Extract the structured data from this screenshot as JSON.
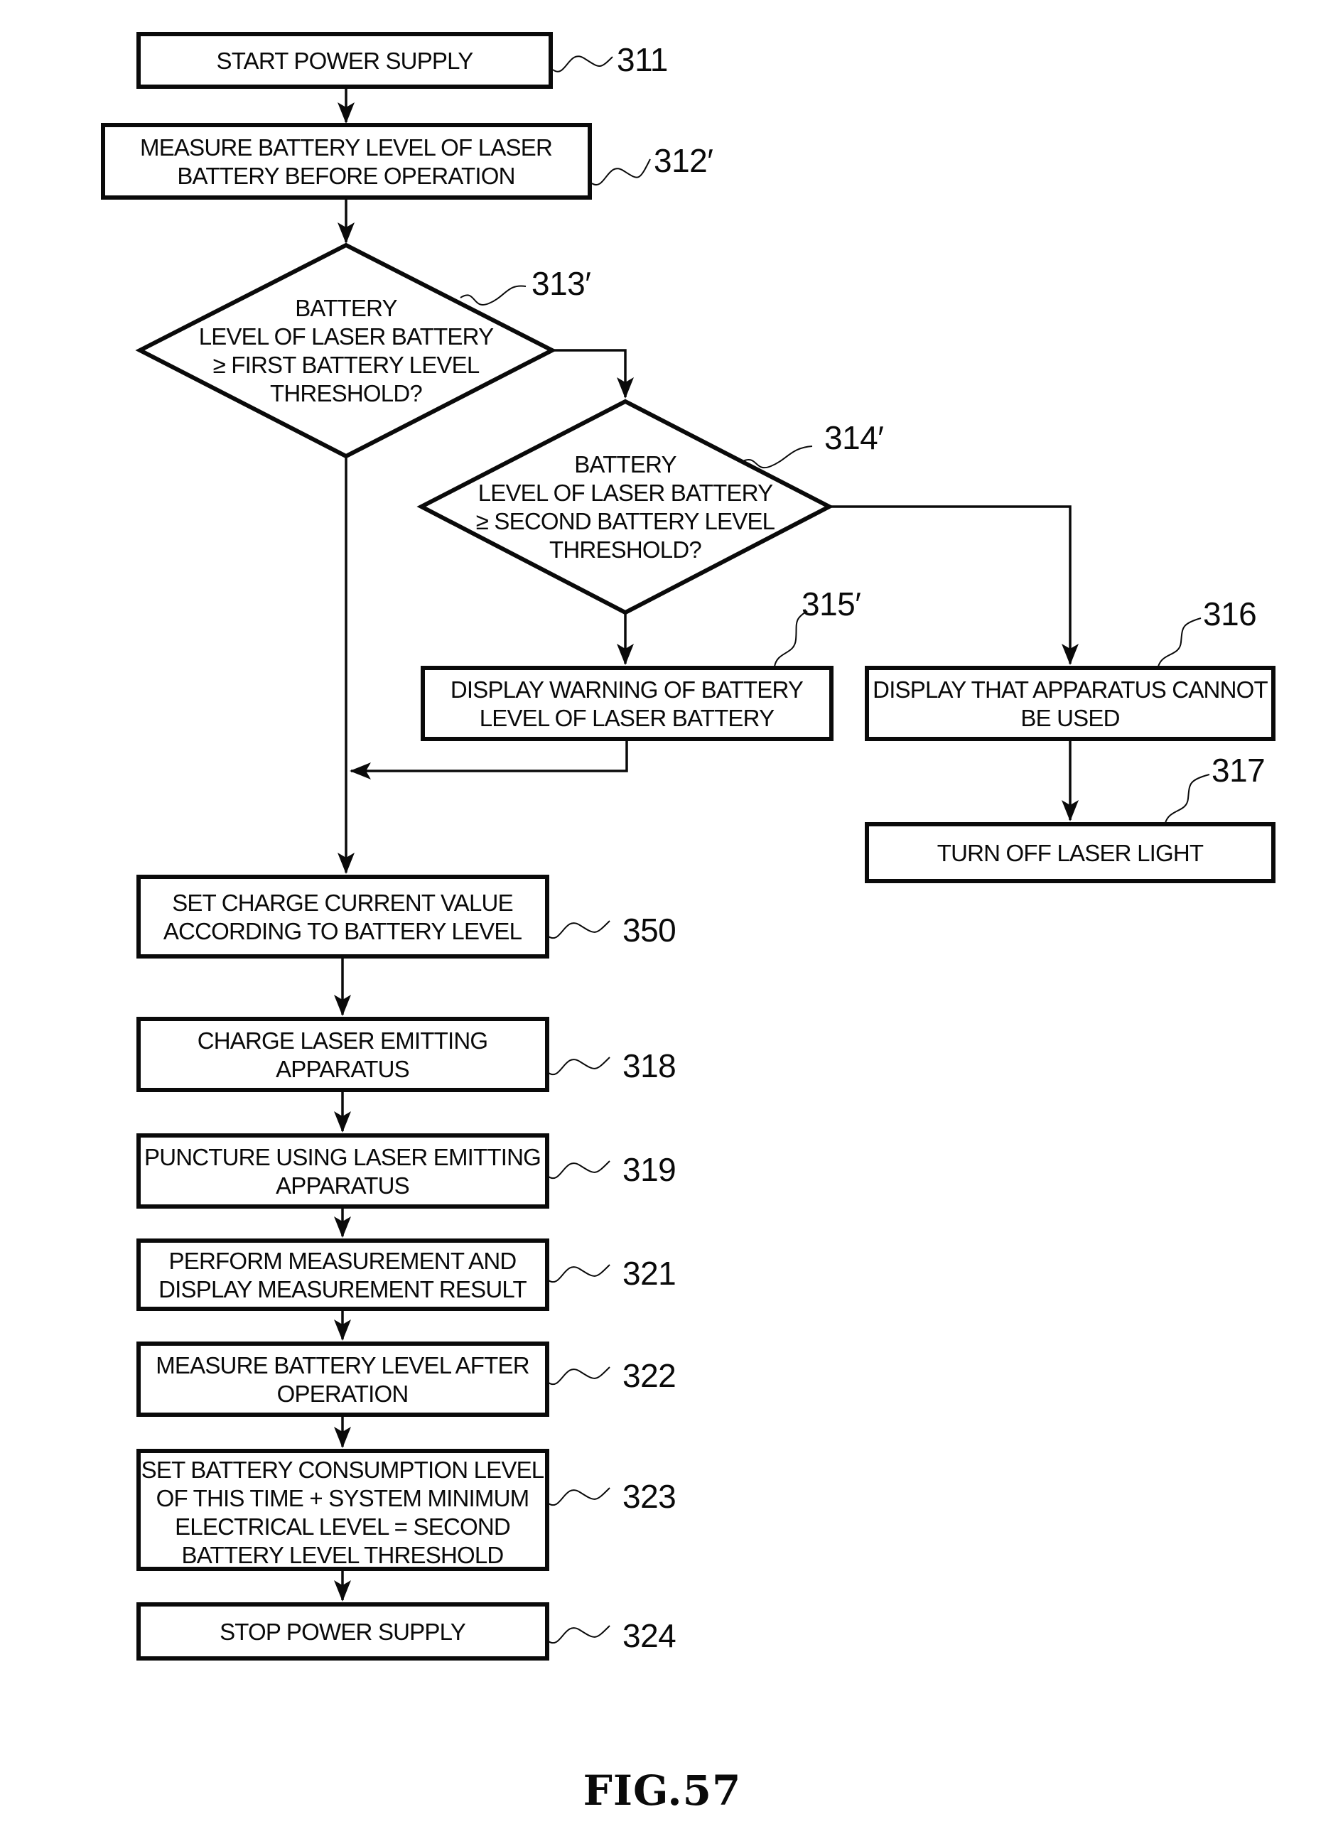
{
  "figure": {
    "caption": "FIG.57",
    "ink_color": "#0a0a0a",
    "paper_color": "#ffffff"
  },
  "nodes": {
    "n311": {
      "ref": "311",
      "lines": [
        "START POWER SUPPLY"
      ]
    },
    "n312": {
      "ref": "312′",
      "lines": [
        "MEASURE BATTERY LEVEL OF LASER",
        "BATTERY BEFORE OPERATION"
      ]
    },
    "d313": {
      "ref": "313′",
      "lines": [
        "BATTERY",
        "LEVEL OF LASER BATTERY",
        "≥ FIRST BATTERY LEVEL",
        "THRESHOLD?"
      ]
    },
    "d314": {
      "ref": "314′",
      "lines": [
        "BATTERY",
        "LEVEL OF LASER BATTERY",
        "≥ SECOND BATTERY LEVEL",
        "THRESHOLD?"
      ]
    },
    "n315": {
      "ref": "315′",
      "lines": [
        "DISPLAY WARNING OF BATTERY",
        "LEVEL OF LASER BATTERY"
      ]
    },
    "n316": {
      "ref": "316",
      "lines": [
        "DISPLAY THAT APPARATUS CANNOT",
        "BE USED"
      ]
    },
    "n317": {
      "ref": "317",
      "lines": [
        "TURN OFF LASER LIGHT"
      ]
    },
    "n350": {
      "ref": "350",
      "lines": [
        "SET CHARGE CURRENT VALUE",
        "ACCORDING TO BATTERY LEVEL"
      ]
    },
    "n318": {
      "ref": "318",
      "lines": [
        "CHARGE LASER EMITTING",
        "APPARATUS"
      ]
    },
    "n319": {
      "ref": "319",
      "lines": [
        "PUNCTURE USING LASER EMITTING",
        "APPARATUS"
      ]
    },
    "n321": {
      "ref": "321",
      "lines": [
        "PERFORM MEASUREMENT AND",
        "DISPLAY MEASUREMENT RESULT"
      ]
    },
    "n322": {
      "ref": "322",
      "lines": [
        "MEASURE BATTERY LEVEL AFTER",
        "OPERATION"
      ]
    },
    "n323": {
      "ref": "323",
      "lines": [
        "SET BATTERY CONSUMPTION LEVEL",
        "OF THIS TIME + SYSTEM MINIMUM",
        "ELECTRICAL LEVEL = SECOND",
        "BATTERY LEVEL THRESHOLD"
      ]
    },
    "n324": {
      "ref": "324",
      "lines": [
        "STOP POWER SUPPLY"
      ]
    }
  }
}
